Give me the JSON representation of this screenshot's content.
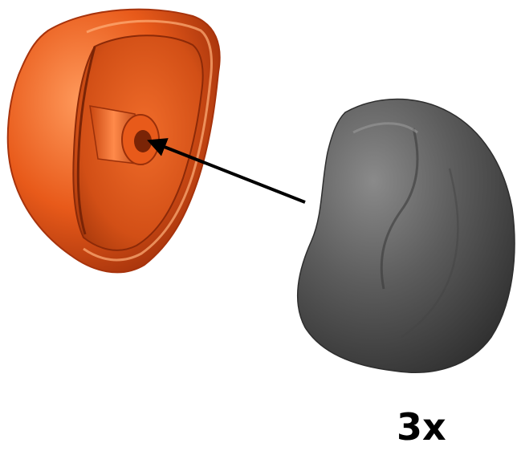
{
  "scale_label": "3x",
  "colors": {
    "mold_shell": "#e85a1a",
    "mold_shell_dark": "#a7330c",
    "mold_shell_light": "#ff8a4a",
    "rock": "#555555",
    "rock_dark": "#2e2e2e",
    "rock_light": "#7a7a7a",
    "arrow": "#000000",
    "background": "#ffffff"
  },
  "icons": {
    "mold": "hollow-orange-mold-shell-with-central-cylinder",
    "specimen": "gray-rock-specimen",
    "arrow": "insertion-arrow-pointing-left"
  }
}
